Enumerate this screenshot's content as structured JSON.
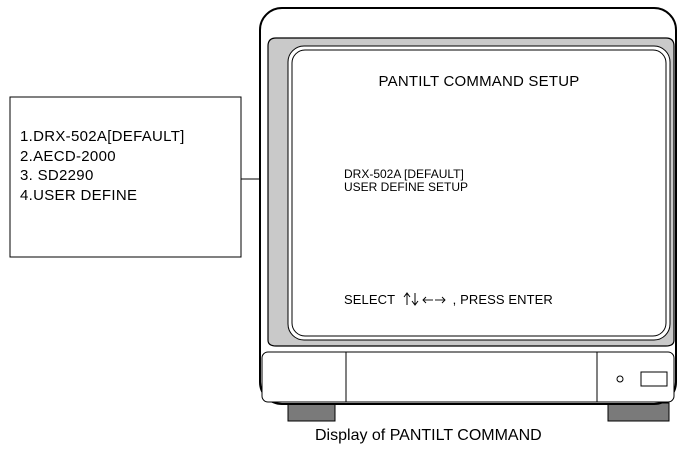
{
  "options_box": {
    "items": [
      "1.DRX-502A[DEFAULT]",
      "2.AECD-2000",
      "3. SD2290",
      "4.USER DEFINE"
    ]
  },
  "screen": {
    "title": "PANTILT COMMAND SETUP",
    "lines": [
      "DRX-502A [DEFAULT]",
      "USER DEFINE SETUP"
    ],
    "footer_prefix": "SELECT",
    "footer_suffix": ", PRESS ENTER",
    "footer_icons": [
      "arrow-up-icon",
      "arrow-down-icon",
      "arrow-left-icon",
      "arrow-right-icon"
    ]
  },
  "caption": "Display of PANTILT COMMAND"
}
